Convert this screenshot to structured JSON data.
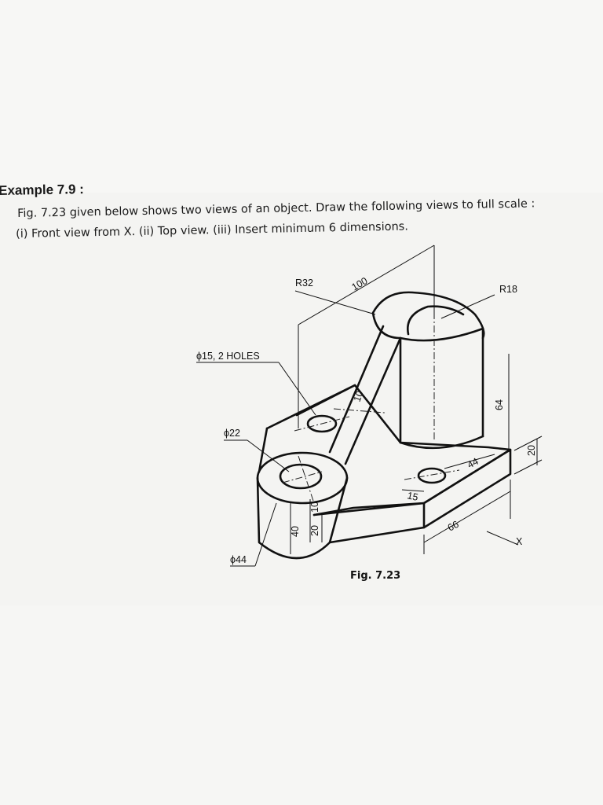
{
  "example_heading": "Example 7.9 :",
  "problem": {
    "line1": "Fig. 7.23 given below shows two views of an object. Draw the following views to full scale :",
    "line2": "(i) Front view from X. (ii) Top view. (iii) Insert minimum 6 dimensions."
  },
  "figure": {
    "caption": "Fig. 7.23",
    "labels": {
      "r32": "R32",
      "d100": "100",
      "r18": "R18",
      "holes": "ϕ15, 2 HOLES",
      "d22": "ϕ22",
      "d44": "ϕ44",
      "h64": "64",
      "h20_right": "20",
      "w44": "44",
      "d15": "15",
      "d66": "66",
      "h40": "40",
      "h10": "10",
      "h20_left": "20",
      "rib10": "10",
      "view_x": "X"
    }
  }
}
